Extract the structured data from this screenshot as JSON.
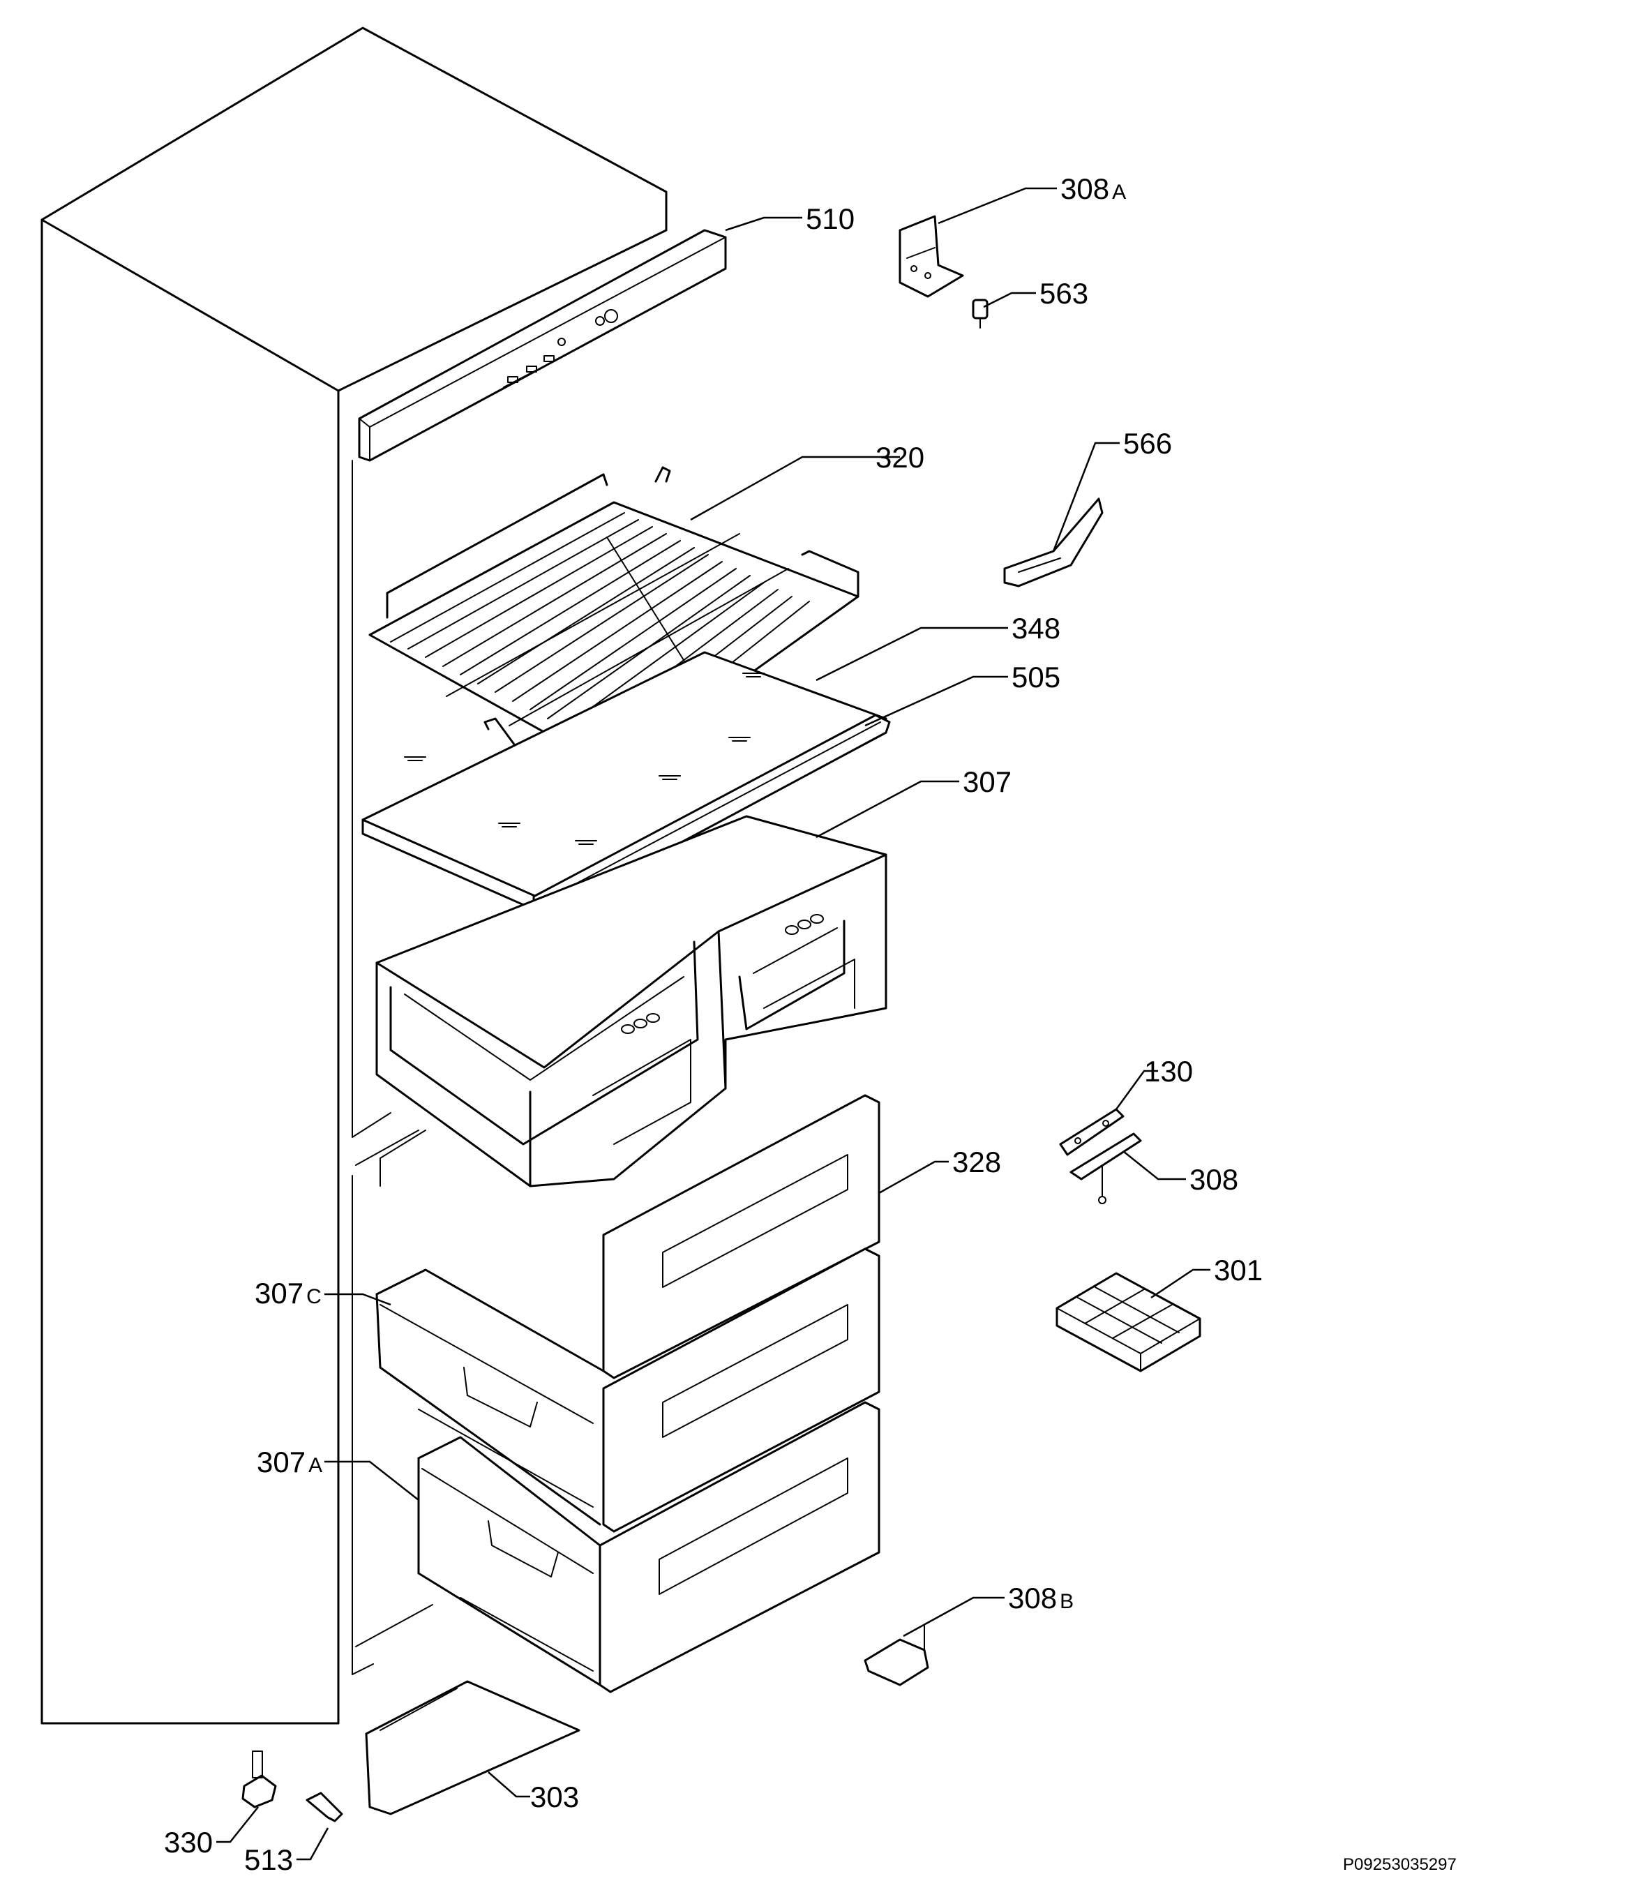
{
  "diagram": {
    "document_code": "P09253035297",
    "callouts": [
      {
        "id": "308A",
        "number": "308",
        "suffix": "A"
      },
      {
        "id": "510",
        "number": "510",
        "suffix": ""
      },
      {
        "id": "563",
        "number": "563",
        "suffix": ""
      },
      {
        "id": "320",
        "number": "320",
        "suffix": ""
      },
      {
        "id": "566",
        "number": "566",
        "suffix": ""
      },
      {
        "id": "348",
        "number": "348",
        "suffix": ""
      },
      {
        "id": "505",
        "number": "505",
        "suffix": ""
      },
      {
        "id": "307",
        "number": "307",
        "suffix": ""
      },
      {
        "id": "130",
        "number": "130",
        "suffix": ""
      },
      {
        "id": "328",
        "number": "328",
        "suffix": ""
      },
      {
        "id": "308",
        "number": "308",
        "suffix": ""
      },
      {
        "id": "301",
        "number": "301",
        "suffix": ""
      },
      {
        "id": "307C",
        "number": "307",
        "suffix": "C"
      },
      {
        "id": "307A",
        "number": "307",
        "suffix": "A"
      },
      {
        "id": "308B",
        "number": "308",
        "suffix": "B"
      },
      {
        "id": "303",
        "number": "303",
        "suffix": ""
      },
      {
        "id": "330",
        "number": "330",
        "suffix": ""
      },
      {
        "id": "513",
        "number": "513",
        "suffix": ""
      }
    ]
  }
}
